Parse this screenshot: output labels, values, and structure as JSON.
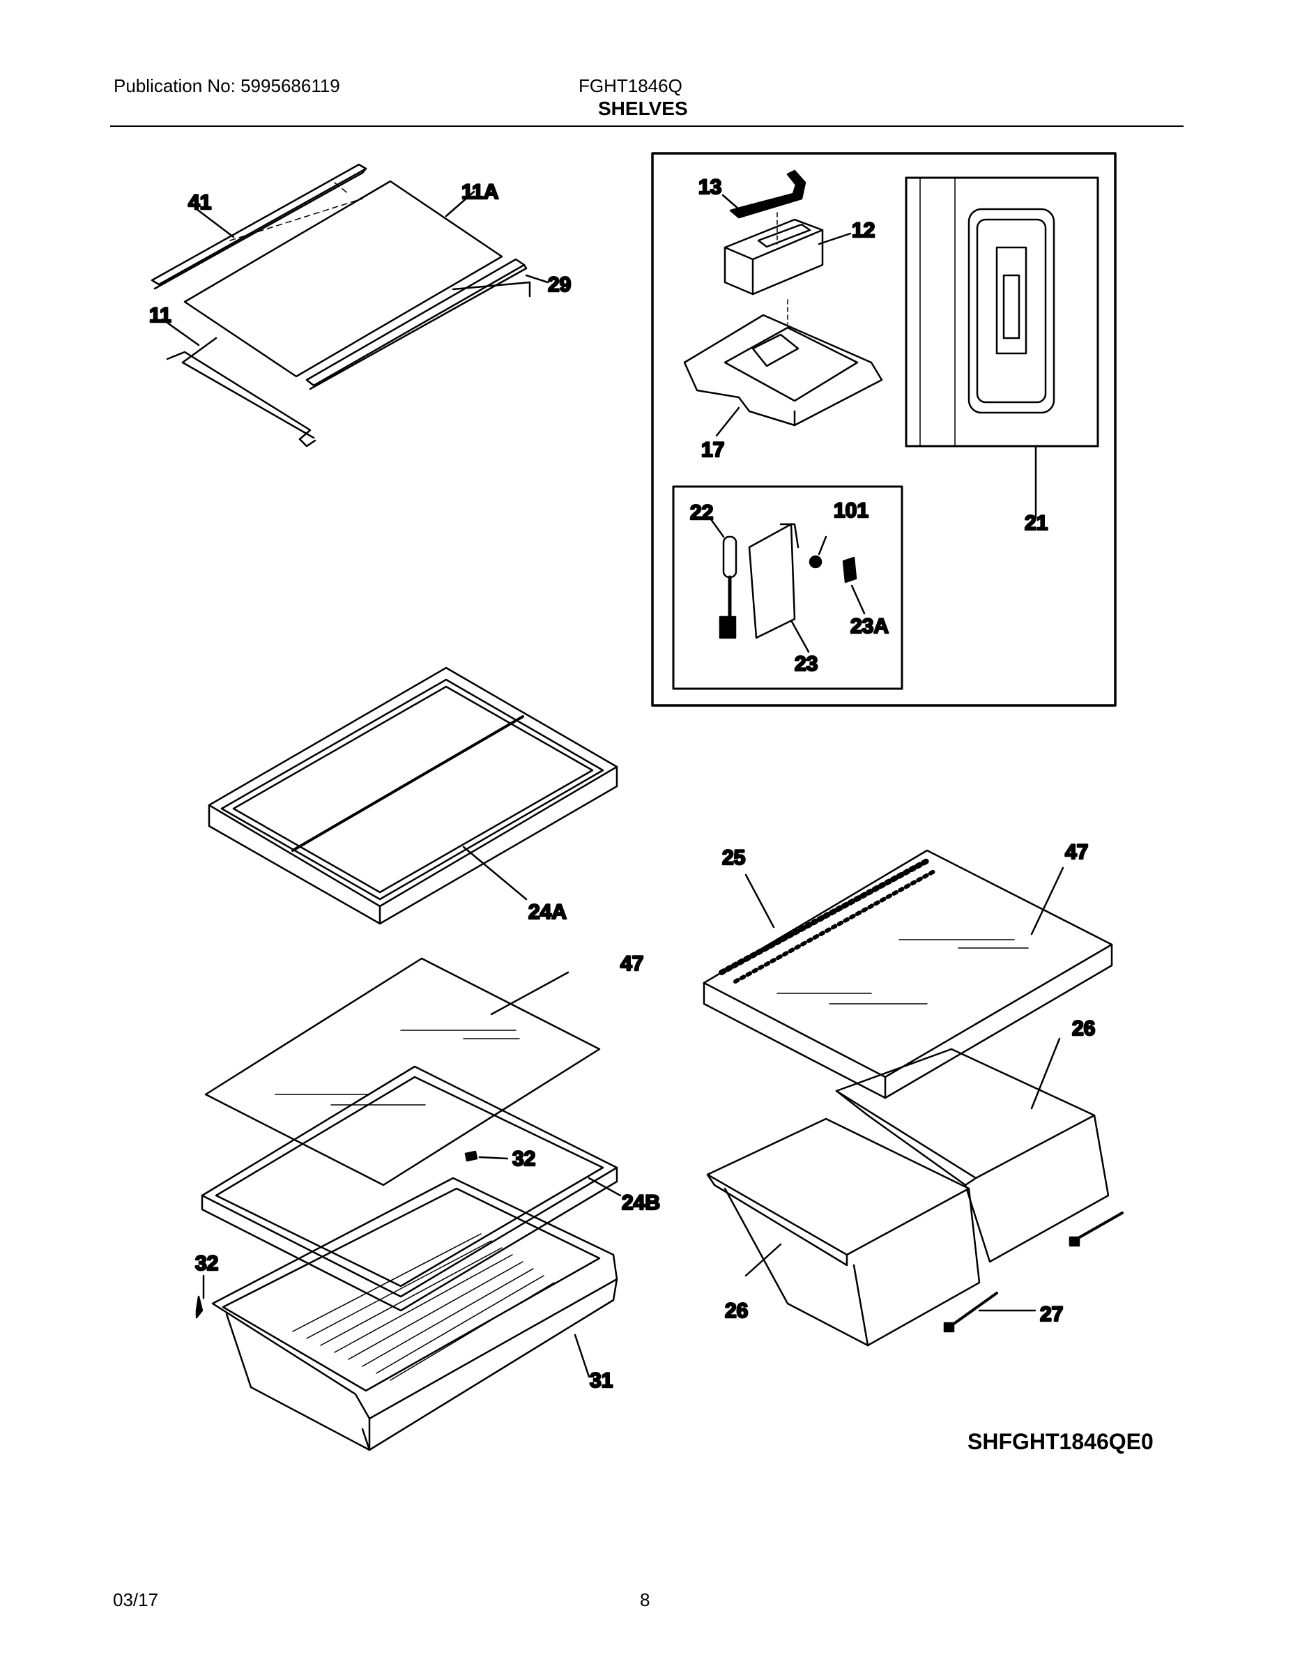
{
  "header": {
    "publication": "Publication No: 5995686119",
    "model": "FGHT1846Q",
    "section_title": "SHELVES"
  },
  "footer": {
    "date": "03/17",
    "page_number": "8"
  },
  "diagram_code": "SHFGHT1846QE0",
  "callouts": {
    "c41": "41",
    "c11A": "11A",
    "c29": "29",
    "c11": "11",
    "c13": "13",
    "c12": "12",
    "c17": "17",
    "c21": "21",
    "c22": "22",
    "c101": "101",
    "c23A": "23A",
    "c23": "23",
    "c24A": "24A",
    "c25": "25",
    "c47a": "47",
    "c47b": "47",
    "c26a": "26",
    "c26b": "26",
    "c32a": "32",
    "c32b": "32",
    "c24B": "24B",
    "c31": "31",
    "c27": "27"
  }
}
